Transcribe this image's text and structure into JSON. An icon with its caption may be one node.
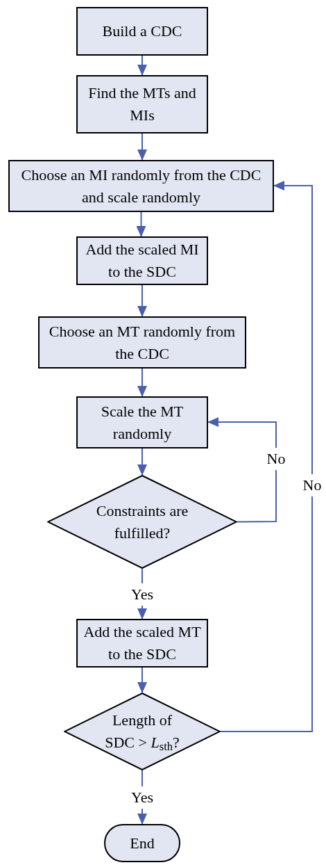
{
  "diagram": {
    "nodes": [
      {
        "text": [
          "Build a CDC"
        ]
      },
      {
        "text": [
          "Find the MTs and MIs"
        ]
      },
      {
        "text": [
          "Choose an MI randomly from the CDC and scale randomly"
        ]
      },
      {
        "text": [
          "Add the scaled MI to the SDC"
        ]
      },
      {
        "text": [
          "Choose an MT randomly from the CDC"
        ]
      },
      {
        "text": [
          "Scale the MT randomly"
        ]
      },
      {
        "text": [
          "Constraints are fulfilled?"
        ]
      },
      {
        "text": [
          "Add the scaled MT to the SDC"
        ]
      },
      {
        "text": [
          "Length of SDC > *L*$_{sth}$?"
        ]
      },
      {
        "text": [
          "End"
        ]
      }
    ],
    "edges": [
      {
        "from": 0,
        "to": 1,
        "arrow": "to"
      },
      {
        "from": 1,
        "to": 2,
        "arrow": "to"
      },
      {
        "from": 2,
        "to": 3,
        "arrow": "to"
      },
      {
        "from": 3,
        "to": 4,
        "arrow": "to"
      },
      {
        "from": 4,
        "to": 5,
        "arrow": "to"
      },
      {
        "from": 5,
        "to": 6,
        "arrow": "to"
      },
      {
        "from": 6,
        "to": 5,
        "arrow": "to",
        "label": "No"
      },
      {
        "from": 6,
        "to": 7,
        "arrow": "to",
        "label": "Yes"
      },
      {
        "from": 7,
        "to": 8,
        "arrow": "to"
      },
      {
        "from": 8,
        "to": 2,
        "arrow": "to",
        "label": "No"
      },
      {
        "from": 8,
        "to": 9,
        "arrow": "to",
        "label": "Yes"
      }
    ]
  }
}
